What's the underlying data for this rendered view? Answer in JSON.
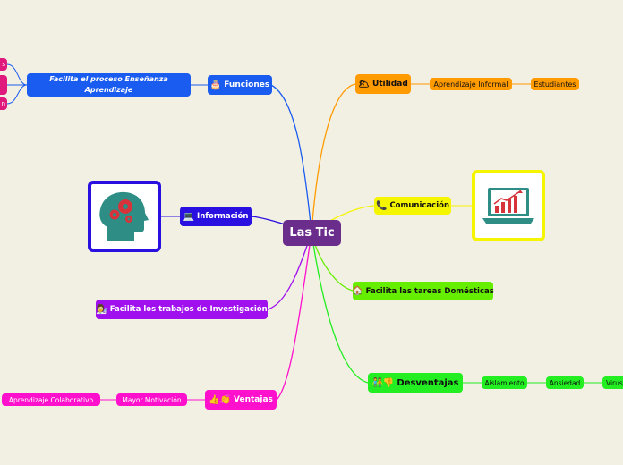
{
  "central": "Las Tic",
  "branches": {
    "funciones": {
      "icon": "🎂",
      "label": "Funciones",
      "color": "#1a5cf0"
    },
    "facilita_proceso": {
      "label": "Facilita el proceso Enseñanza Aprendizaje",
      "color": "#1a5cf0"
    },
    "funciones_children": [
      "s",
      "",
      "n"
    ],
    "utilidad": {
      "icon": "🌥",
      "label": "Utilidad",
      "color": "#ff9a00"
    },
    "aprendizaje_informal": "Aprendizaje Informal",
    "estudiantes": "Estudiantes",
    "comunicacion": {
      "icon": "📞",
      "label": "Comunicación",
      "color": "#f5f500"
    },
    "informacion": {
      "icon": "💻",
      "label": "Información",
      "color": "#2a10e0"
    },
    "tareas": {
      "icon": "🏠",
      "label": "Facilita las tareas Domésticas",
      "color": "#66ee00"
    },
    "investigacion": {
      "icon": "👩‍🔬",
      "label": "Facilita los trabajos de Investigación",
      "color": "#a010ee"
    },
    "desventajas": {
      "icon": "🧑‍🤝‍🧑👎",
      "label": "Desventajas",
      "color": "#22ee22"
    },
    "aislamiento": "Aislamiento",
    "ansiedad": "Ansiedad",
    "virus": "Virus",
    "ventajas": {
      "icon": "👍👏",
      "label": "Ventajas",
      "color": "#ff10cc"
    },
    "mayor_motivacion": "Mayor Motivación",
    "aprendizaje_colaborativo": "Aprendizaje Colaborativo"
  },
  "images": {
    "head_gears": "head-gears-image",
    "laptop_chart": "laptop-chart-image"
  },
  "colors": {
    "background": "#f2efe3",
    "central": "#6b2d8c"
  }
}
